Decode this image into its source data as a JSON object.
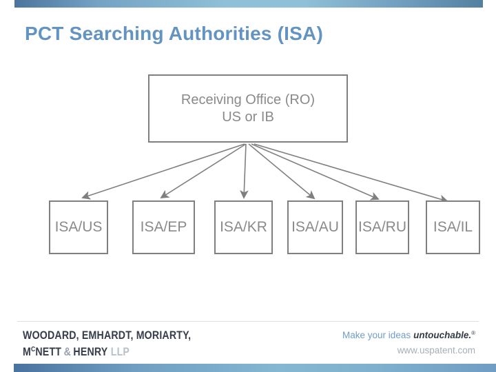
{
  "slide": {
    "title": "PCT Searching Authorities (ISA)"
  },
  "diagram": {
    "root": {
      "lines": [
        "Receiving Office (RO)",
        "US or IB"
      ]
    },
    "authorities": [
      {
        "label": "ISA/US"
      },
      {
        "label": "ISA/EP"
      },
      {
        "label": "ISA/KR"
      },
      {
        "label": "ISA/AU"
      },
      {
        "label": "ISA/RU"
      },
      {
        "label": "ISA/IL"
      }
    ]
  },
  "footer": {
    "firm_name_line1": "WOODARD, EMHARDT, MORIARTY,",
    "firm_name_line2": {
      "m": "M",
      "c_super": "C",
      "nett": "NETT",
      "ampersand": "&",
      "henry": "HENRY",
      "llp": "LLP"
    },
    "tagline": {
      "prefix": "Make your ideas",
      "emphasis": "untouchable.",
      "registered_mark": "®"
    },
    "website": "www.uspatent.com"
  },
  "colors": {
    "accent_bar_blue": "#7fb0cd",
    "title_blue": "#6293c1",
    "box_border_gray": "#7f7f7f",
    "box_text_gray": "#8a8a8a",
    "firm_dark": "#363d49",
    "tagline_blue": "#6f9dc8",
    "muted_gray": "#a7aeb8"
  }
}
